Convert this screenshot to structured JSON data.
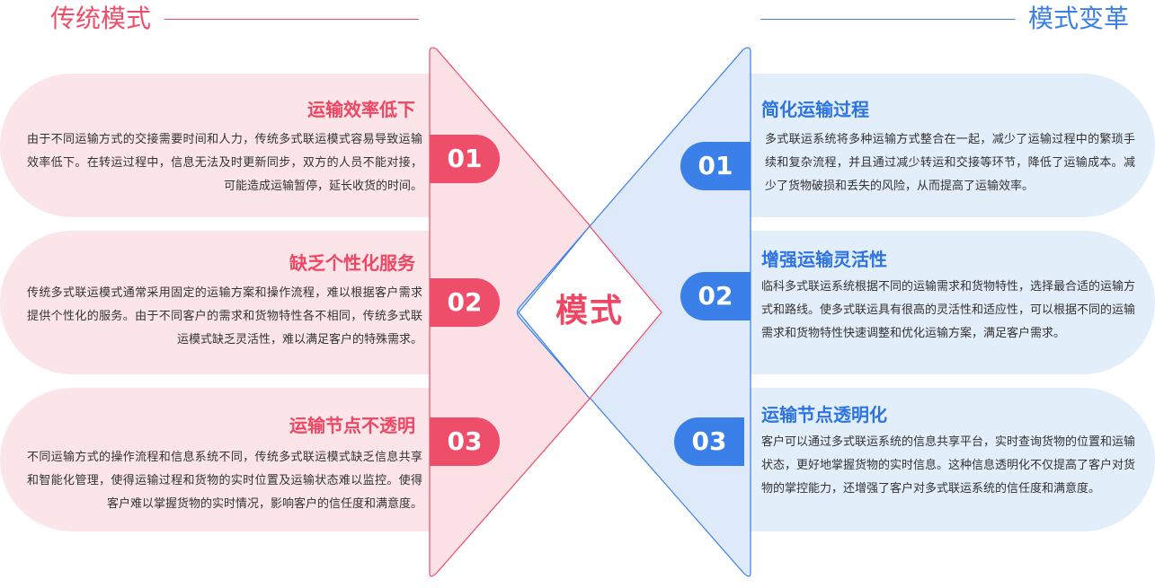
{
  "left_header": "传统模式",
  "right_header": "模式变革",
  "center_label": "模式",
  "colors": {
    "red": "#ef4e6a",
    "blue": "#3a80e8",
    "pink_bg": "#fbe5e8",
    "blue_bg": "#e3eefb"
  },
  "left_items": [
    {
      "number": "01",
      "title": "运输效率低下",
      "desc": "由于不同运输方式的交接需要时间和人力，传统多式联运模式容易导致运输效率低下。在转运过程中，信息无法及时更新同步，双方的人员不能对接，可能造成运输暂停，延长收货的时间。"
    },
    {
      "number": "02",
      "title": "缺乏个性化服务",
      "desc": "传统多式联运模式通常采用固定的运输方案和操作流程，难以根据客户需求提供个性化的服务。由于不同客户的需求和货物特性各不相同，传统多式联运模式缺乏灵活性，难以满足客户的特殊需求。"
    },
    {
      "number": "03",
      "title": "运输节点不透明",
      "desc": "不同运输方式的操作流程和信息系统不同，传统多式联运模式缺乏信息共享和智能化管理，使得运输过程和货物的实时位置及运输状态难以监控。使得客户难以掌握货物的实时情况，影响客户的信任度和满意度。"
    }
  ],
  "right_items": [
    {
      "number": "01",
      "title": "简化运输过程",
      "desc": "多式联运系统将多种运输方式整合在一起，减少了运输过程中的繁琐手续和复杂流程，并且通过减少转运和交接等环节，降低了运输成本。减少了货物破损和丢失的风险，从而提高了运输效率。"
    },
    {
      "number": "02",
      "title": "增强运输灵活性",
      "desc": "临科多式联运系统根据不同的运输需求和货物特性，选择最合适的运输方式和路线。使多式联运具有很高的灵活性和适应性，可以根据不同的运输需求和货物特性快速调整和优化运输方案，满足客户需求。"
    },
    {
      "number": "03",
      "title": "运输节点透明化",
      "desc": "客户可以通过多式联运系统的信息共享平台，实时查询货物的位置和运输状态，更好地掌握货物的实时信息。这种信息透明化不仅提高了客户对货物的掌控能力，还增强了客户对多式联运系统的信任度和满意度。"
    }
  ]
}
